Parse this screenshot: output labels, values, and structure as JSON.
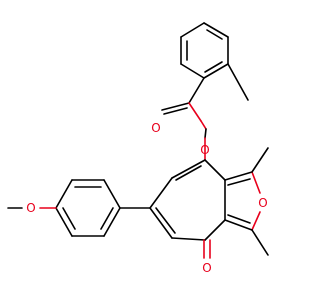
{
  "atom_labels": {
    "ester_oxygen": "O",
    "carbonyl_oxygen_ester": "O",
    "methoxy_oxygen": "O",
    "furan_oxygen": "O",
    "ketone_oxygen": "O"
  },
  "colors": {
    "bond": "#000000",
    "oxygen": "#e8001c",
    "background": "#ffffff"
  }
}
